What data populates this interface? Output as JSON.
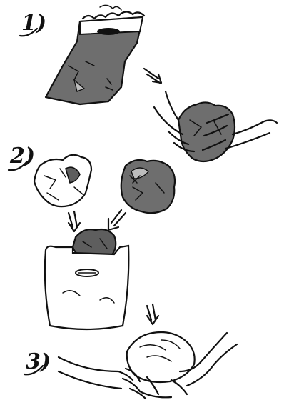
{
  "steps": [
    {
      "number": "1)"
    },
    {
      "number": "2)"
    },
    {
      "number": "3)"
    }
  ],
  "colors": {
    "ink": "#111111",
    "bag_gray": "#6e6e6e",
    "bag_light": "#bdbdbd",
    "paper_white": "#ffffff",
    "crumple_dark": "#5e5e5e"
  }
}
